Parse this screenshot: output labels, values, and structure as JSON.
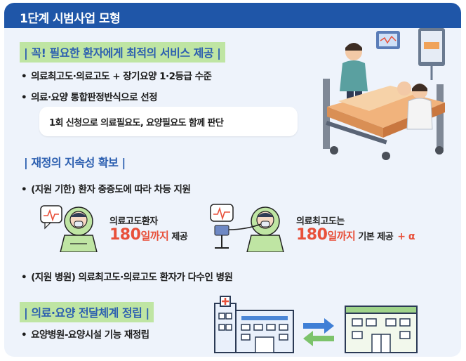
{
  "header": {
    "title": "1단계 시범사업 모형"
  },
  "section1": {
    "title": "| 꼭! 필요한 환자에게 최적의 서비스 제공 |",
    "bullets": [
      "의료최고도·의료고도 + 장기요양 1·2등급 수준",
      "의료·요양 통합판정반식으로 선정"
    ],
    "note": "1회 신청으로 의료필요도, 요양필요도 함께 판단"
  },
  "section2": {
    "title": "| 재정의 지속성 확보 |",
    "bullet_a": "(지원 기한) 환자 중증도에 따라 차등 지원",
    "item1": {
      "label": "의료고도환자",
      "number": "180",
      "unit": "일까지",
      "suffix": "제공"
    },
    "item2": {
      "label": "의료최고도는",
      "number": "180",
      "unit": "일까지",
      "suffix": "기본 제공",
      "extra": "+ α"
    },
    "bullet_b": "(지원 병원) 의료최고도·의료고도 환자가 다수인 병원"
  },
  "section3": {
    "title": "| 의료·요양 전달체계 정립 |",
    "bullet": "요양병원-요양시설 기능 재정립"
  },
  "colors": {
    "header_bg": "#1f56a8",
    "title_blue": "#2c5fb0",
    "highlight_green": "#bfe5a3",
    "accent_red": "#e8503a",
    "card_bg": "#eef3fb"
  },
  "icons": [
    "hospital-bed-illustration",
    "patient-oxygen-mask-icon",
    "patient-ventilator-icon",
    "hospital-building-icon",
    "exchange-arrows-icon",
    "care-facility-icon"
  ]
}
